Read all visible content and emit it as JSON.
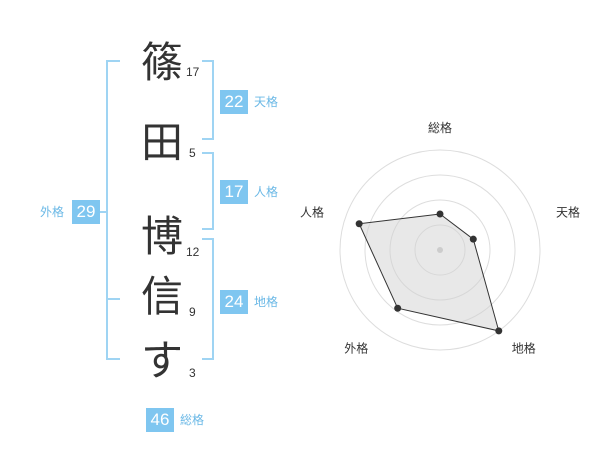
{
  "name": {
    "chars": [
      {
        "char": "篠",
        "strokes": "17"
      },
      {
        "char": "田",
        "strokes": "5"
      },
      {
        "char": "博",
        "strokes": "12"
      },
      {
        "char": "信",
        "strokes": "9"
      },
      {
        "char": "す",
        "strokes": "3"
      }
    ]
  },
  "kaku": {
    "tenkaku": {
      "value": "22",
      "label": "天格"
    },
    "jinkaku": {
      "value": "17",
      "label": "人格"
    },
    "chikaku": {
      "value": "24",
      "label": "地格"
    },
    "gaikaku": {
      "value": "29",
      "label": "外格"
    },
    "soukaku": {
      "value": "46",
      "label": "総格"
    }
  },
  "colors": {
    "accent": "#7fc6f0",
    "bracket": "#9fd4f3",
    "text": "#333333"
  },
  "chart_data": {
    "type": "radar",
    "axes": [
      "総格",
      "天格",
      "地格",
      "外格",
      "人格"
    ],
    "values": [
      0.36,
      0.35,
      1.0,
      0.72,
      0.85
    ],
    "rmax": 1.0,
    "grid_rings": 4
  }
}
